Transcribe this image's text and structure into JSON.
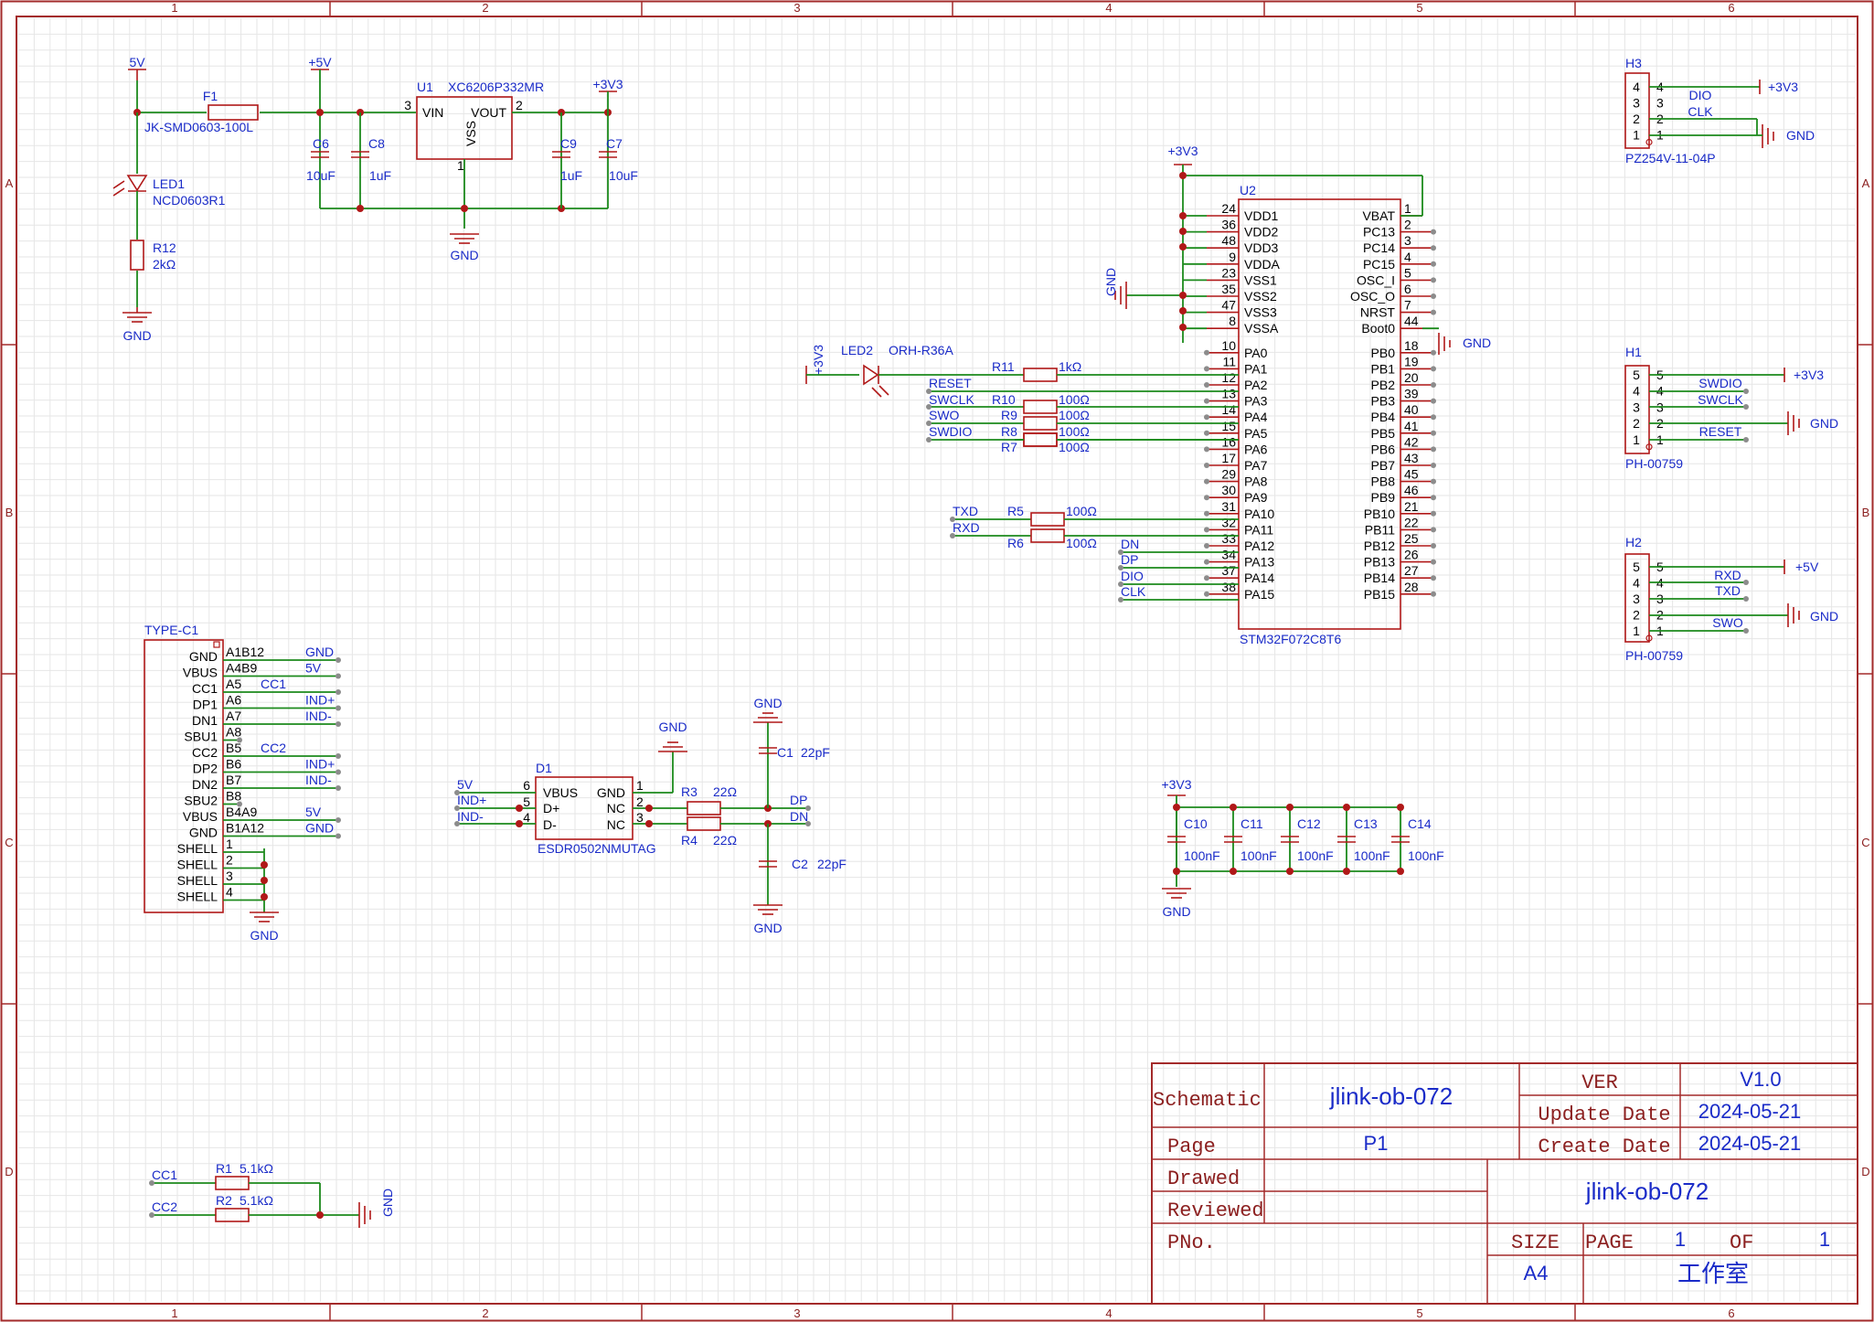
{
  "frame": {
    "col_labels": [
      "1",
      "2",
      "3",
      "4",
      "5",
      "6"
    ],
    "row_labels": [
      "A",
      "B",
      "C",
      "D"
    ]
  },
  "title_block": {
    "schematic_label": "Schematic",
    "schematic_value": "jlink-ob-072",
    "ver_label": "VER",
    "ver_value": "V1.0",
    "update_label": "Update Date",
    "update_value": "2024-05-21",
    "create_label": "Create Date",
    "create_value": "2024-05-21",
    "page_label": "Page",
    "page_value": "P1",
    "drawed_label": "Drawed",
    "reviewed_label": "Reviewed",
    "pno_label": "PNo.",
    "project_name": "jlink-ob-072",
    "size_label": "SIZE",
    "size_value": "A4",
    "page2_label": "PAGE",
    "page_num": "1",
    "of_label": "OF",
    "of_num": "1",
    "company": "工作室"
  },
  "power_section": {
    "net_5v": "5V",
    "net_p5v": "+5V",
    "net_3v3": "+3V3",
    "fuse_ref": "F1",
    "fuse_part": "JK-SMD0603-100L",
    "u1_ref": "U1",
    "u1_part": "XC6206P332MR",
    "u1_vin": "VIN",
    "u1_vout": "VOUT",
    "u1_vss": "VSS",
    "u1_p3": "3",
    "u1_p2": "2",
    "u1_p1": "1",
    "c6": "C6",
    "c6v": "10uF",
    "c8": "C8",
    "c8v": "1uF",
    "c9": "C9",
    "c9v": "1uF",
    "c7": "C7",
    "c7v": "10uF",
    "gnd": "GND",
    "led1": "LED1",
    "led1_part": "NCD0603R1",
    "r12": "R12",
    "r12v": "2kΩ"
  },
  "mcu": {
    "ref": "U2",
    "part": "STM32F072C8T6",
    "net_3v3": "+3V3",
    "left_pins": [
      {
        "num": "24",
        "name": "VDD1"
      },
      {
        "num": "36",
        "name": "VDD2"
      },
      {
        "num": "48",
        "name": "VDD3"
      },
      {
        "num": "9",
        "name": "VDDA"
      },
      {
        "num": "23",
        "name": "VSS1"
      },
      {
        "num": "35",
        "name": "VSS2"
      },
      {
        "num": "47",
        "name": "VSS3"
      },
      {
        "num": "8",
        "name": "VSSA"
      },
      {
        "num": "10",
        "name": "PA0"
      },
      {
        "num": "11",
        "name": "PA1"
      },
      {
        "num": "12",
        "name": "PA2"
      },
      {
        "num": "13",
        "name": "PA3"
      },
      {
        "num": "14",
        "name": "PA4"
      },
      {
        "num": "15",
        "name": "PA5"
      },
      {
        "num": "16",
        "name": "PA6"
      },
      {
        "num": "17",
        "name": "PA7"
      },
      {
        "num": "29",
        "name": "PA8"
      },
      {
        "num": "30",
        "name": "PA9"
      },
      {
        "num": "31",
        "name": "PA10"
      },
      {
        "num": "32",
        "name": "PA11"
      },
      {
        "num": "33",
        "name": "PA12"
      },
      {
        "num": "34",
        "name": "PA13"
      },
      {
        "num": "37",
        "name": "PA14"
      },
      {
        "num": "38",
        "name": "PA15"
      }
    ],
    "right_pins": [
      {
        "num": "1",
        "name": "VBAT"
      },
      {
        "num": "2",
        "name": "PC13"
      },
      {
        "num": "3",
        "name": "PC14"
      },
      {
        "num": "4",
        "name": "PC15"
      },
      {
        "num": "5",
        "name": "OSC_I"
      },
      {
        "num": "6",
        "name": "OSC_O"
      },
      {
        "num": "7",
        "name": "NRST"
      },
      {
        "num": "44",
        "name": "Boot0"
      },
      {
        "num": "18",
        "name": "PB0"
      },
      {
        "num": "19",
        "name": "PB1"
      },
      {
        "num": "20",
        "name": "PB2"
      },
      {
        "num": "39",
        "name": "PB3"
      },
      {
        "num": "40",
        "name": "PB4"
      },
      {
        "num": "41",
        "name": "PB5"
      },
      {
        "num": "42",
        "name": "PB6"
      },
      {
        "num": "43",
        "name": "PB7"
      },
      {
        "num": "45",
        "name": "PB8"
      },
      {
        "num": "46",
        "name": "PB9"
      },
      {
        "num": "21",
        "name": "PB10"
      },
      {
        "num": "22",
        "name": "PB11"
      },
      {
        "num": "25",
        "name": "PB12"
      },
      {
        "num": "26",
        "name": "PB13"
      },
      {
        "num": "27",
        "name": "PB14"
      },
      {
        "num": "28",
        "name": "PB15"
      }
    ],
    "gnd": "GND",
    "led2": "LED2",
    "led2_part": "ORH-R36A",
    "r11": "R11",
    "r11v": "1kΩ",
    "net_reset": "RESET",
    "net_swclk": "SWCLK",
    "net_swo": "SWO",
    "net_swdio": "SWDIO",
    "r10": "R10",
    "r9": "R9",
    "r8": "R8",
    "r7": "R7",
    "r100": "100Ω",
    "net_txd": "TXD",
    "net_rxd": "RXD",
    "r5": "R5",
    "r6": "R6",
    "net_dn": "DN",
    "net_dp": "DP",
    "net_dio": "DIO",
    "net_clk": "CLK"
  },
  "headers": {
    "h3_ref": "H3",
    "h3_part": "PZ254V-11-04P",
    "h3_nets": [
      "DIO",
      "CLK"
    ],
    "h1_ref": "H1",
    "h1_part": "PH-00759",
    "h1_nets": [
      "SWDIO",
      "SWCLK",
      "RESET"
    ],
    "h2_ref": "H2",
    "h2_part": "PH-00759",
    "h2_nets": [
      "RXD",
      "TXD",
      "SWO"
    ],
    "p3v3": "+3V3",
    "p5v": "+5V",
    "gnd": "GND",
    "pins4": [
      "4",
      "3",
      "2",
      "1"
    ],
    "pins5": [
      "5",
      "4",
      "3",
      "2",
      "1"
    ]
  },
  "usb": {
    "ref": "TYPE-C1",
    "pins": [
      {
        "name": "GND",
        "num": "A1B12",
        "net": "GND"
      },
      {
        "name": "VBUS",
        "num": "A4B9",
        "net": "5V"
      },
      {
        "name": "CC1",
        "num": "A5",
        "net": "CC1"
      },
      {
        "name": "DP1",
        "num": "A6",
        "net": "IND+"
      },
      {
        "name": "DN1",
        "num": "A7",
        "net": "IND-"
      },
      {
        "name": "SBU1",
        "num": "A8",
        "net": ""
      },
      {
        "name": "CC2",
        "num": "B5",
        "net": "CC2"
      },
      {
        "name": "DP2",
        "num": "B6",
        "net": "IND+"
      },
      {
        "name": "DN2",
        "num": "B7",
        "net": "IND-"
      },
      {
        "name": "SBU2",
        "num": "B8",
        "net": ""
      },
      {
        "name": "VBUS",
        "num": "B4A9",
        "net": "5V"
      },
      {
        "name": "GND",
        "num": "B1A12",
        "net": "GND"
      },
      {
        "name": "SHELL",
        "num": "1",
        "net": ""
      },
      {
        "name": "SHELL",
        "num": "2",
        "net": ""
      },
      {
        "name": "SHELL",
        "num": "3",
        "net": ""
      },
      {
        "name": "SHELL",
        "num": "4",
        "net": ""
      }
    ],
    "gnd": "GND"
  },
  "esd": {
    "ref": "D1",
    "part": "ESDR0502NMUTAG",
    "vbus": "VBUS",
    "gndpin": "GND",
    "dplus": "D+",
    "dminus": "D-",
    "nc": "NC",
    "p6": "6",
    "p5": "5",
    "p4": "4",
    "p1": "1",
    "p2": "2",
    "p3": "3",
    "net_5v": "5V",
    "net_indp": "IND+",
    "net_indm": "IND-",
    "r3": "R3",
    "r4": "R4",
    "r22": "22Ω",
    "c1": "C1",
    "c2": "C2",
    "c22p": "22pF",
    "net_dp": "DP",
    "net_dn": "DN",
    "gnd": "GND"
  },
  "decoupling": {
    "net_3v3": "+3V3",
    "caps": [
      {
        "ref": "C10",
        "val": "100nF"
      },
      {
        "ref": "C11",
        "val": "100nF"
      },
      {
        "ref": "C12",
        "val": "100nF"
      },
      {
        "ref": "C13",
        "val": "100nF"
      },
      {
        "ref": "C14",
        "val": "100nF"
      }
    ],
    "gnd": "GND"
  },
  "cc_section": {
    "net_cc1": "CC1",
    "net_cc2": "CC2",
    "r1": "R1",
    "r1v": "5.1kΩ",
    "r2": "R2",
    "r2v": "5.1kΩ",
    "gnd": "GND"
  },
  "colors": {
    "symbol": "#b01818",
    "wire": "#1c8a1c",
    "label": "#1a2bc8",
    "frame": "#a32a2a"
  }
}
